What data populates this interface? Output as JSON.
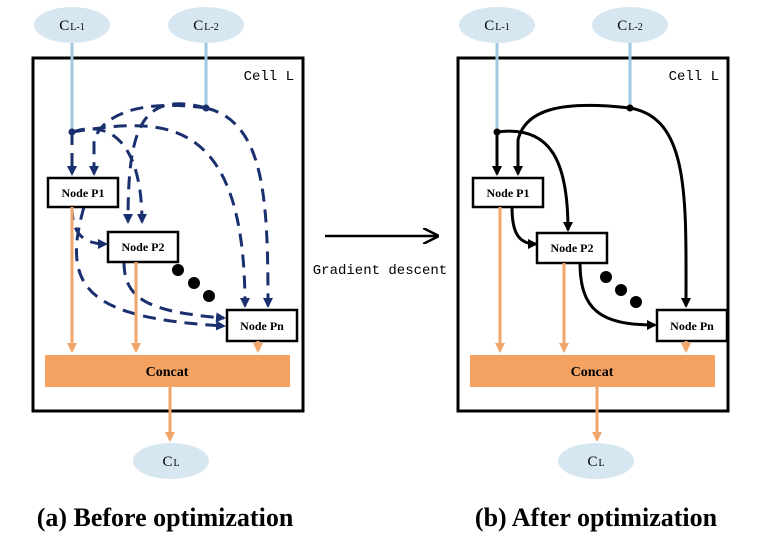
{
  "panels": {
    "left": {
      "cell_label": "Cell L",
      "inputs": {
        "prev": "C",
        "prev_sub": "L-1",
        "prev2": "C",
        "prev2_sub": "L-2"
      },
      "nodes": {
        "p1": "Node P1",
        "p2": "Node P2",
        "pn": "Node Pn"
      },
      "concat": "Concat",
      "output": {
        "main": "C",
        "sub": "L"
      },
      "caption": "(a) Before optimization"
    },
    "right": {
      "cell_label": "Cell L",
      "inputs": {
        "prev": "C",
        "prev_sub": "L-1",
        "prev2": "C",
        "prev2_sub": "L-2"
      },
      "nodes": {
        "p1": "Node P1",
        "p2": "Node P2",
        "pn": "Node Pn"
      },
      "concat": "Concat",
      "output": {
        "main": "C",
        "sub": "L"
      },
      "caption": "(b) After optimization"
    }
  },
  "transition_label": "Gradient descent",
  "colors": {
    "input_ellipse": "#d6e7f2",
    "input_line": "#9ec9df",
    "dashed_edge": "#1a2f6e",
    "solid_edge": "#000000",
    "concat_fill": "#f3a262",
    "concat_line": "#f0a56a",
    "cell_border": "#000000"
  }
}
